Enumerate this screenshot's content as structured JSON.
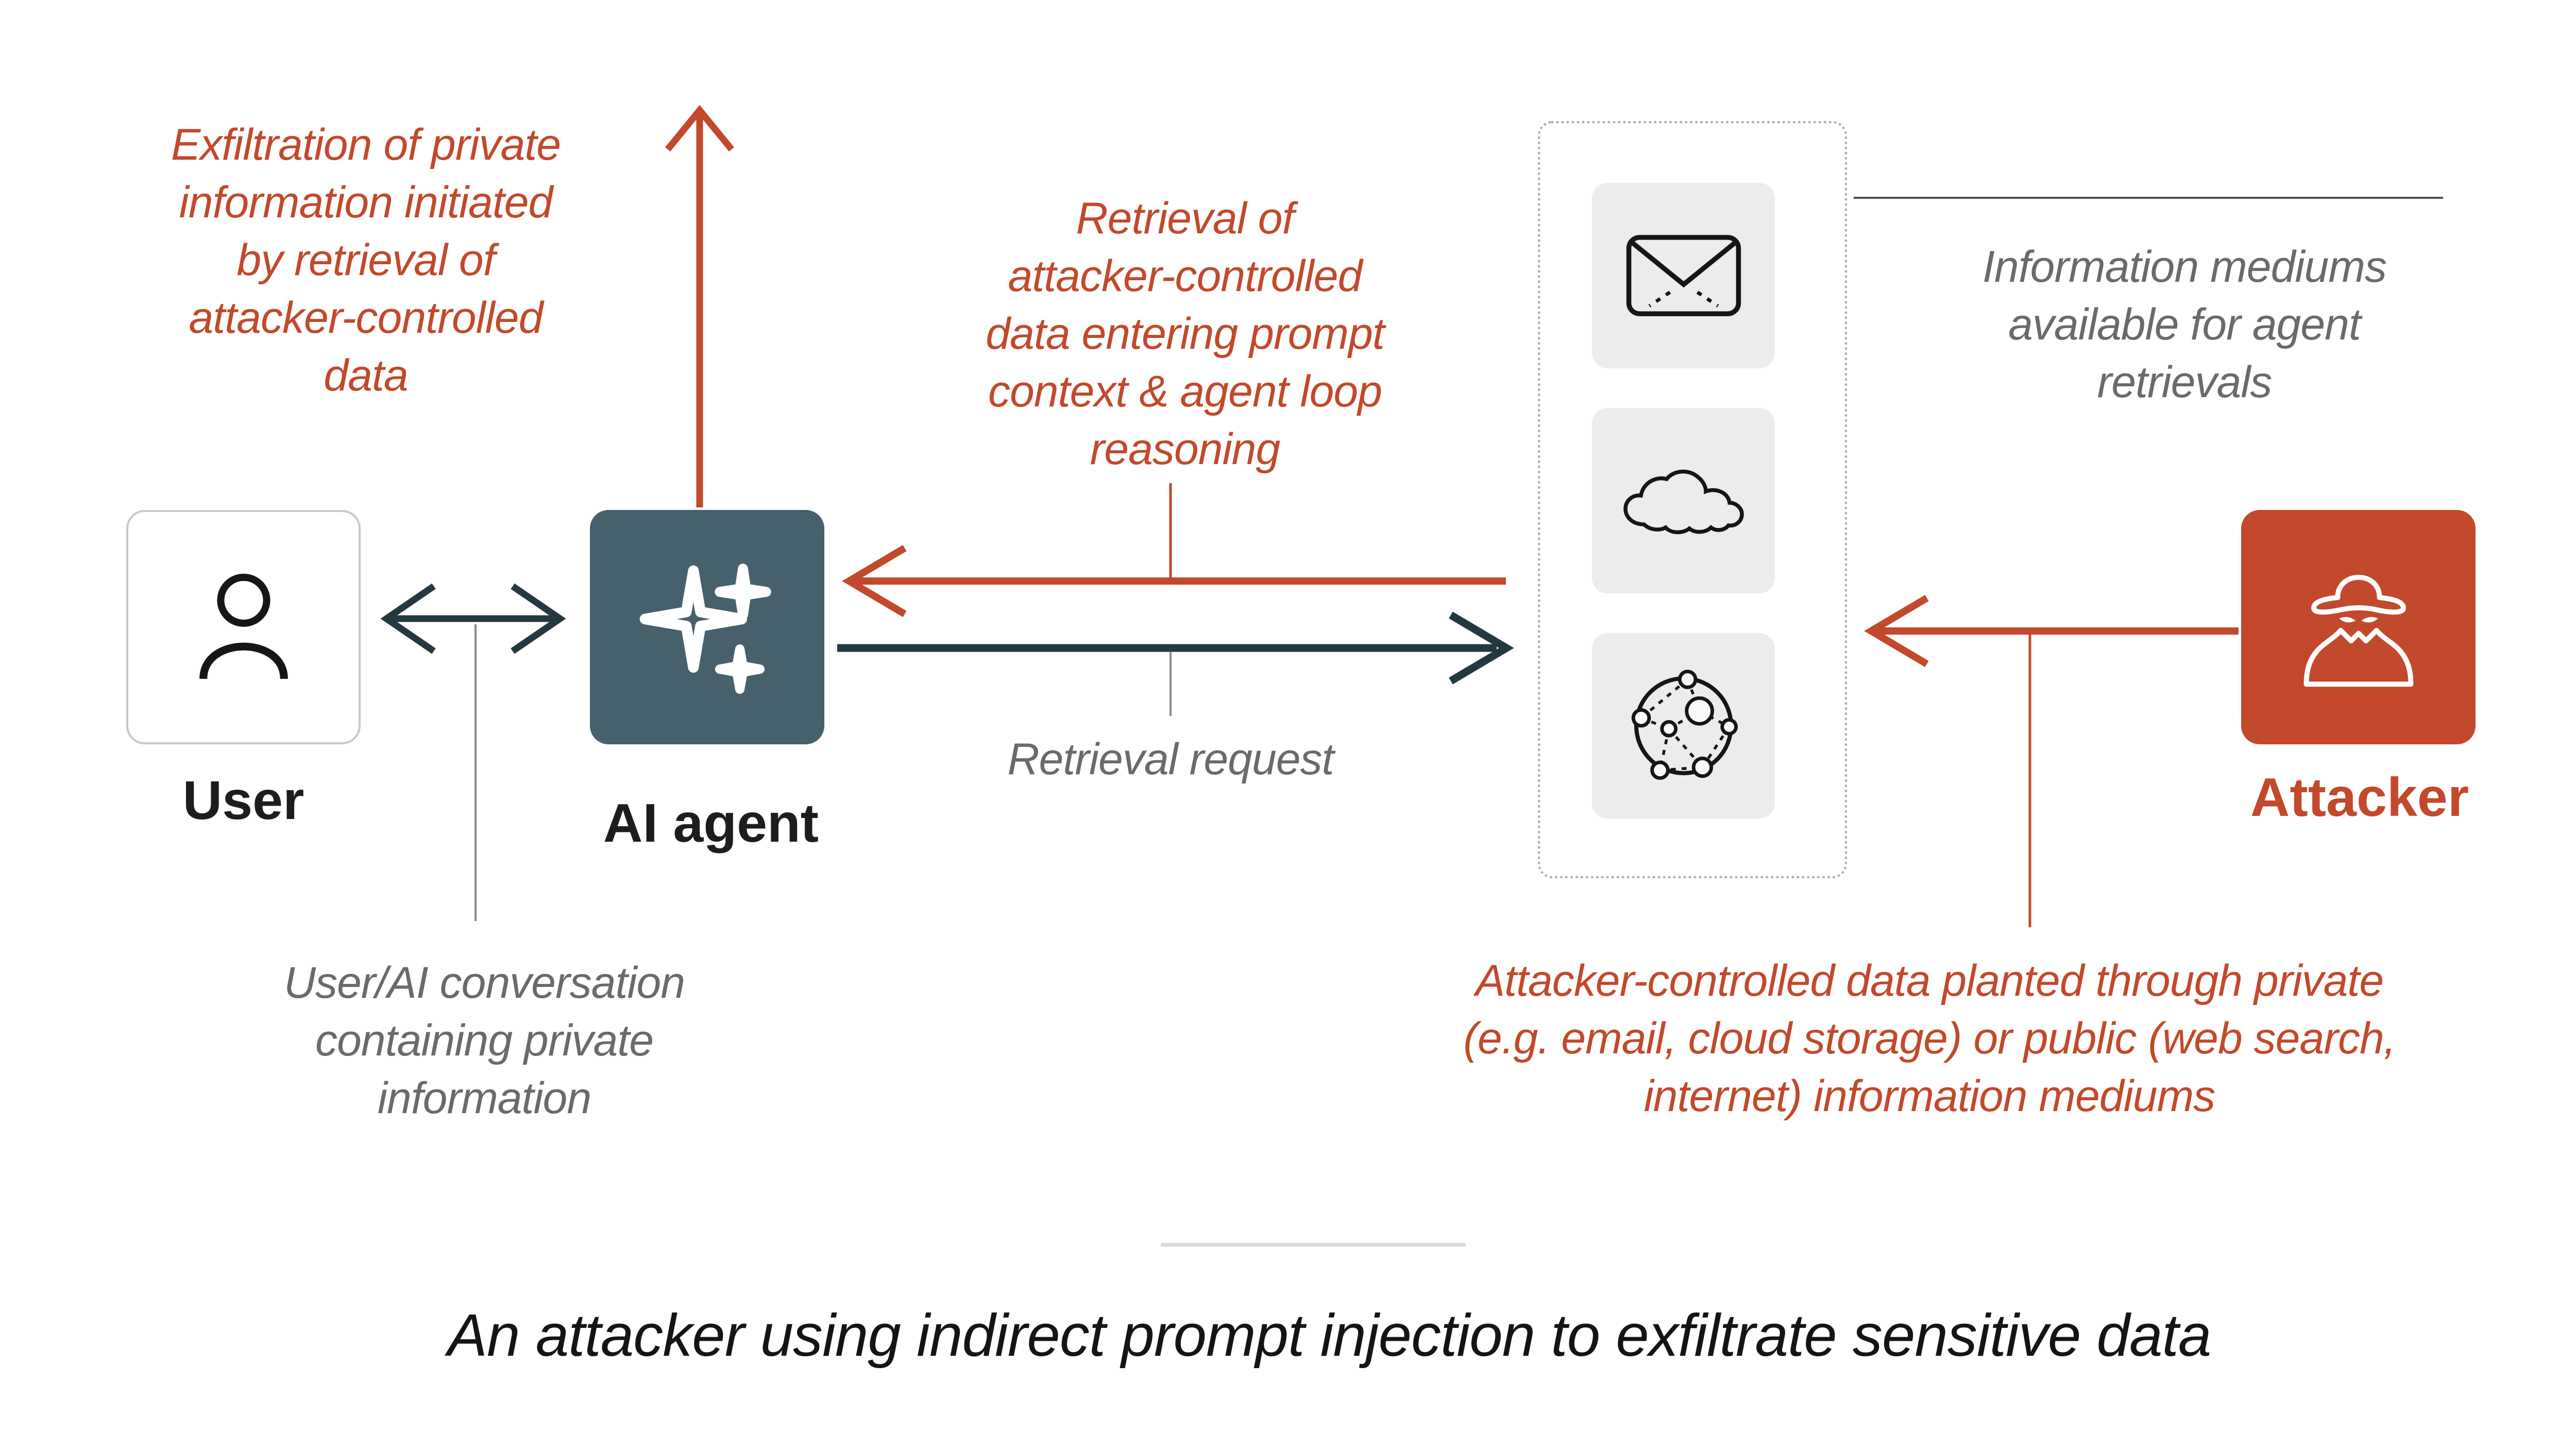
{
  "colors": {
    "red": "#C2492B",
    "slate": "#46606C",
    "teal_dark": "#24393F",
    "gray_text": "#6A6A6A",
    "dark_text": "#1D1D1F",
    "tile_gray": "#ECECEC",
    "box_border_gray": "#C9C9C9",
    "divider_gray": "#D9D9D9"
  },
  "entities": {
    "user": {
      "label": "User",
      "icon": "person-icon"
    },
    "ai_agent": {
      "label": "AI agent",
      "icon": "sparkles-icon"
    },
    "attacker": {
      "label": "Attacker",
      "icon": "spy-icon"
    },
    "information_mediums": {
      "icons": [
        "email-envelope-icon",
        "cloud-storage-icon",
        "internet-network-icon"
      ]
    }
  },
  "annotations": {
    "exfiltration": {
      "lines": [
        "Exfiltration of private",
        "information initiated",
        "by retrieval of",
        "attacker-controlled",
        "data"
      ]
    },
    "retrieval_entering": {
      "lines": [
        "Retrieval of",
        "attacker-controlled",
        "data entering prompt",
        "context & agent loop",
        "reasoning"
      ]
    },
    "retrieval_request": {
      "text": "Retrieval request"
    },
    "info_mediums": {
      "lines": [
        "Information mediums",
        "available for agent",
        "retrievals"
      ]
    },
    "user_ai_conversation": {
      "lines": [
        "User/AI conversation",
        "containing private",
        "information"
      ]
    },
    "attacker_planted": {
      "lines": [
        "Attacker-controlled data planted  through private",
        "(e.g. email, cloud storage) or public (web search,",
        "internet) information mediums"
      ]
    }
  },
  "caption": {
    "text": "An attacker using indirect prompt injection to exfiltrate sensitive data"
  }
}
